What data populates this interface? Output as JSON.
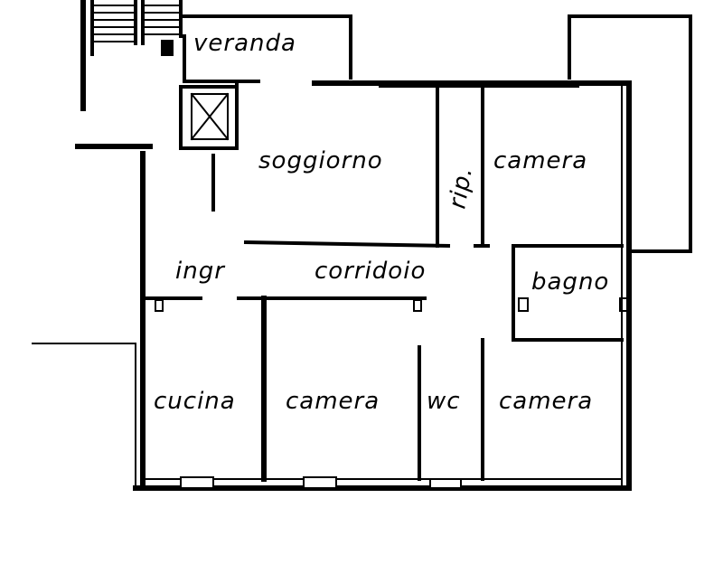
{
  "rooms": {
    "veranda": "veranda",
    "soggiorno": "soggiorno",
    "rip": "rip.",
    "camera_top": "camera",
    "corridoio": "corridoio",
    "ingr": "ingr",
    "bagno": "bagno",
    "cucina": "cucina",
    "camera_middle": "camera",
    "wc": "wc",
    "camera_right": "camera"
  }
}
